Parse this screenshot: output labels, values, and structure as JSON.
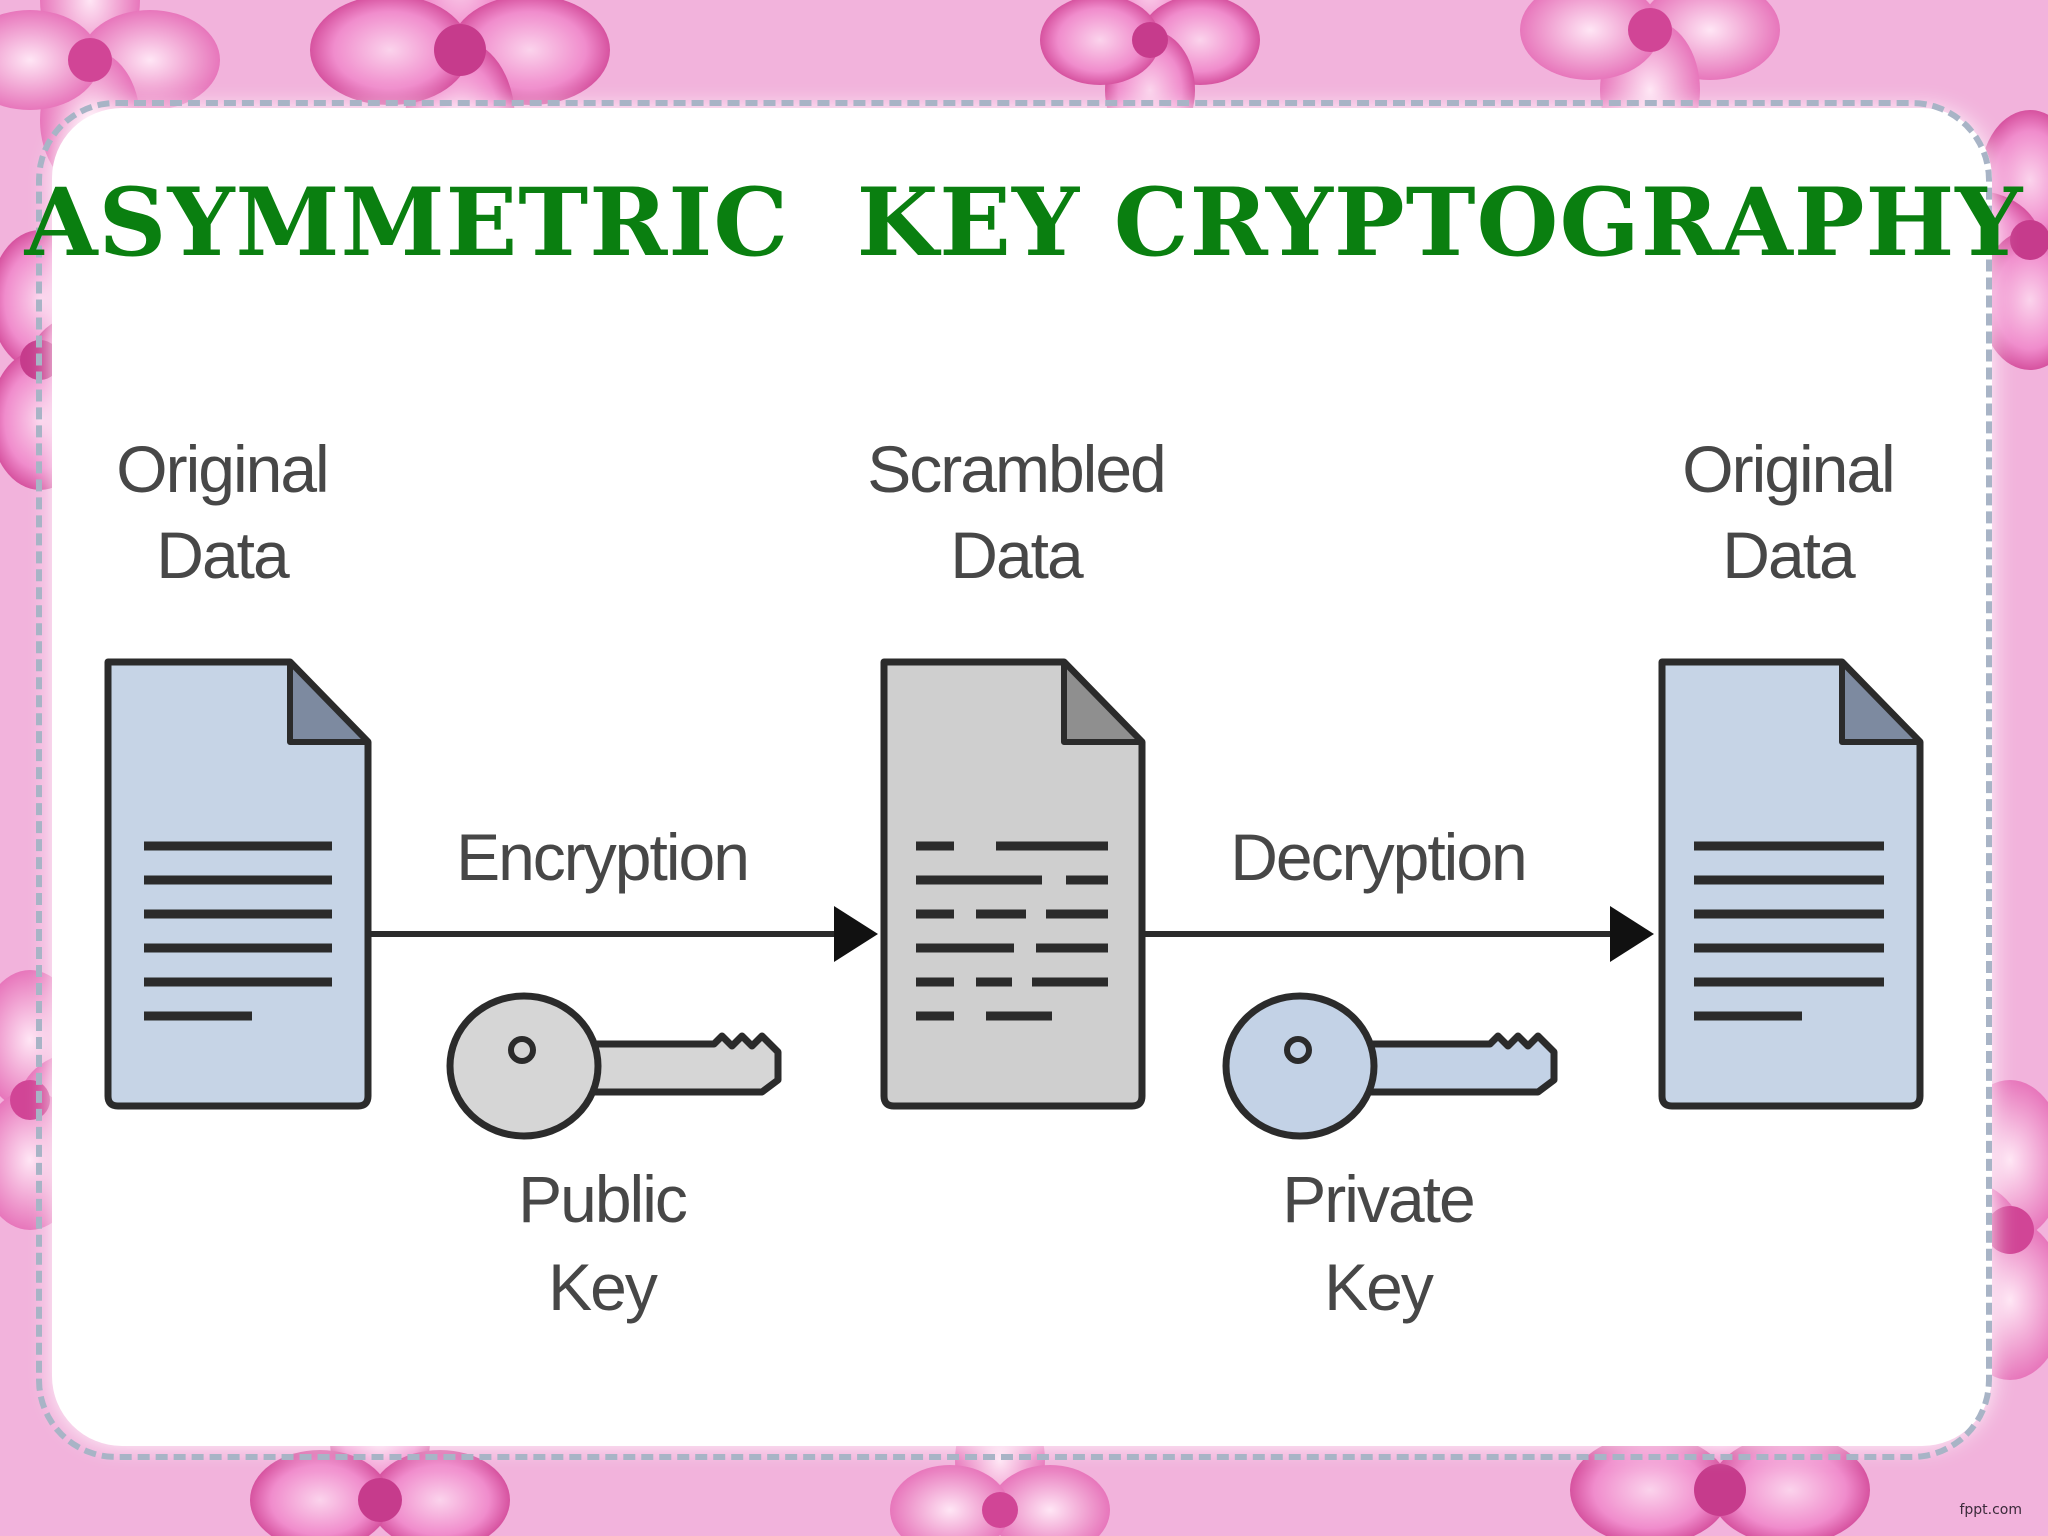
{
  "slide": {
    "title": "ASYMMETRIC  KEY CRYPTOGRAPHY",
    "watermark": "fppt.com"
  },
  "diagram": {
    "original_data_left": [
      "Original",
      "Data"
    ],
    "scrambled_data": [
      "Scrambled",
      "Data"
    ],
    "original_data_right": [
      "Original",
      "Data"
    ],
    "encryption_label": "Encryption",
    "decryption_label": "Decryption",
    "public_key_label": [
      "Public",
      "Key"
    ],
    "private_key_label": [
      "Private",
      "Key"
    ]
  },
  "colors": {
    "title": "#0a7f10",
    "document_blue": "#c6d4e6",
    "document_gray": "#cfcfcf",
    "key_public": "#d6d6d6",
    "key_private": "#c3d2e6",
    "line": "#2b2b2b",
    "label": "#474747",
    "background_pink": "#e88fc4"
  }
}
